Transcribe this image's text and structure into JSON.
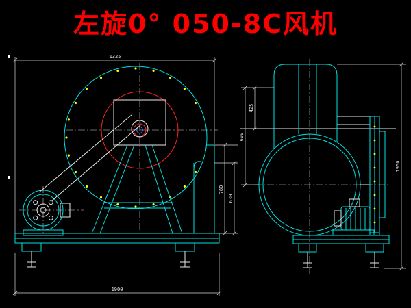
{
  "title": "左旋0° 050-8C风机",
  "colors": {
    "background": "#000000",
    "primary_line": "#00e0e0",
    "secondary_line": "#e8e8e8",
    "impeller_red": "#ff2222",
    "center_blue": "#4466ff",
    "rivet_yellow": "#ffff00",
    "title_red": "#ff0000"
  },
  "front_view": {
    "dim_top_width": "1325",
    "dim_base_width": "1900",
    "dim_outlet_height": "780",
    "dim_outlet_inner": "630"
  },
  "side_view": {
    "dim_upper": "425",
    "dim_mid": "600",
    "dim_overall": "1950"
  }
}
